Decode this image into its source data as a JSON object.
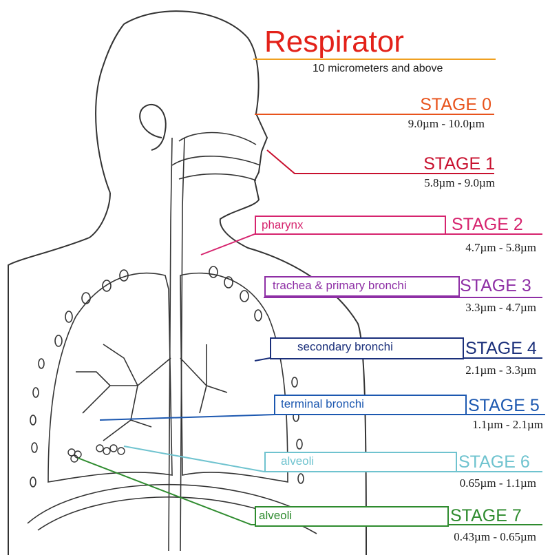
{
  "title": "Respirator",
  "subtitle": "10 micrometers and above",
  "stages": [
    {
      "label": "STAGE 0",
      "range": "9.0µm - 10.0µm",
      "color": "#e8531c",
      "region": ""
    },
    {
      "label": "STAGE 1",
      "range": "5.8µm - 9.0µm",
      "color": "#c8102e",
      "region": ""
    },
    {
      "label": "STAGE 2",
      "range": "4.7µm - 5.8µm",
      "color": "#d6246e",
      "region": "pharynx"
    },
    {
      "label": "STAGE 3",
      "range": "3.3µm - 4.7µm",
      "color": "#8e2fa5",
      "region": "trachea & primary bronchi"
    },
    {
      "label": "STAGE 4",
      "range": "2.1µm - 3.3µm",
      "color": "#1a2f7a",
      "region": "secondary bronchi"
    },
    {
      "label": "STAGE 5",
      "range": "1.1µm - 2.1µm",
      "color": "#1c58b0",
      "region": "terminal bronchi"
    },
    {
      "label": "STAGE 6",
      "range": "0.65µm - 1.1µm",
      "color": "#6fc3cf",
      "region": "alveoli"
    },
    {
      "label": "STAGE 7",
      "range": "0.43µm - 0.65µm",
      "color": "#2e8b2e",
      "region": "alveoli"
    }
  ],
  "colors": {
    "title": "#e32119",
    "header_line": "#f0a020",
    "outline": "#333333"
  }
}
